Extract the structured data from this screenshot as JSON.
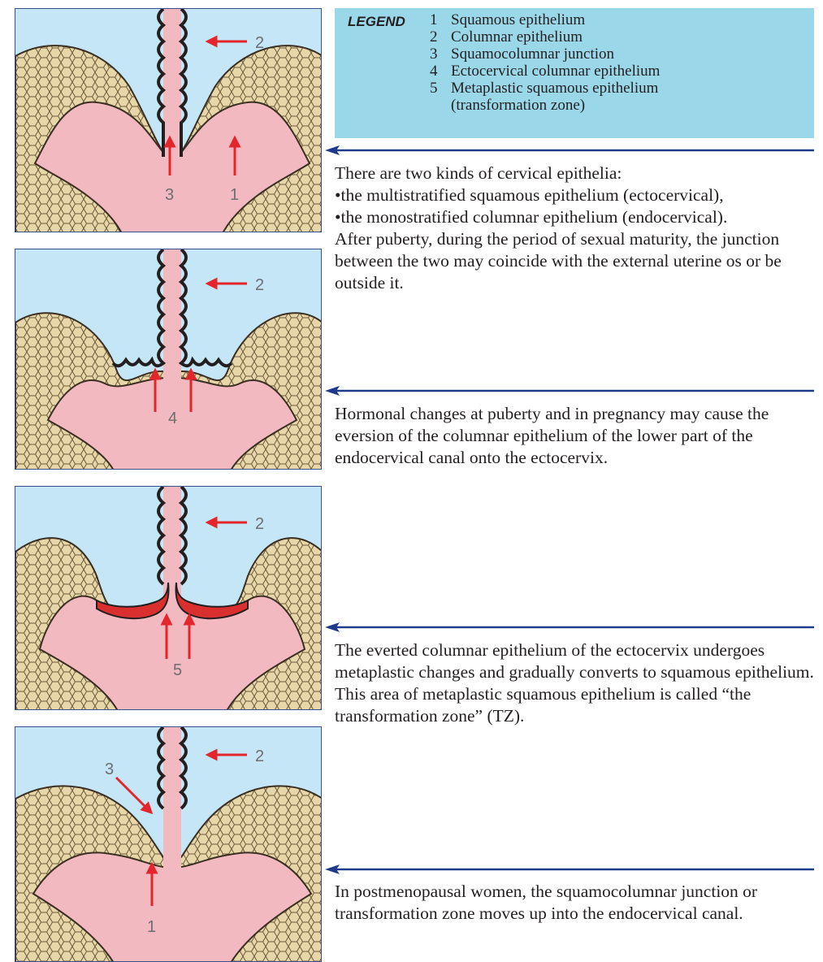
{
  "legend": {
    "title": "LEGEND",
    "items": [
      {
        "num": "1",
        "text": "Squamous epithelium"
      },
      {
        "num": "2",
        "text": "Columnar epithelium"
      },
      {
        "num": "3",
        "text": "Squamocolumnar junction"
      },
      {
        "num": "4",
        "text": "Ectocervical columnar epithelium"
      },
      {
        "num": "5",
        "text": "Metaplastic squamous epithelium\n(transformation zone)"
      }
    ]
  },
  "panels": [
    {
      "labels": {
        "top": "2",
        "bottom_left": "3",
        "bottom_right": "1"
      }
    },
    {
      "labels": {
        "top": "2",
        "bottom": "4"
      }
    },
    {
      "labels": {
        "top": "2",
        "bottom": "5"
      }
    },
    {
      "labels": {
        "top": "2",
        "side": "3",
        "bottom": "1"
      }
    }
  ],
  "descriptions": {
    "d1": {
      "intro": "There are two kinds of cervical epithelia:",
      "bullet1": "the multistratified squamous epithelium (ectocervical),",
      "bullet2": "the monostratified columnar epithelium (endocervical).",
      "body": "After puberty, during the period of sexual maturity, the junction between the two may coincide with the external uterine os or be outside it."
    },
    "d2": "Hormonal changes at puberty and in pregnancy may cause the eversion of the columnar epithelium of the lower part of the endocervical canal onto the ectocervix.",
    "d3": "The everted columnar epithelium of the ectocervix undergoes metaplastic changes and gradually converts to squamous epithelium. This area of metaplastic squamous epithelium is called “the transformation zone” (TZ).",
    "d4": "In postmenopausal women, the squamocolumnar junction or transformation zone moves up into the endocervical canal."
  },
  "colors": {
    "panel_bg": "#c5e6f7",
    "legend_bg": "#9ad7e9",
    "stroma": "#f3b9c0",
    "squamous": "#e7d6a8",
    "metaplastic": "#d9302f",
    "arrow_red": "#e3262b",
    "pointer_blue": "#1e3a8a"
  }
}
